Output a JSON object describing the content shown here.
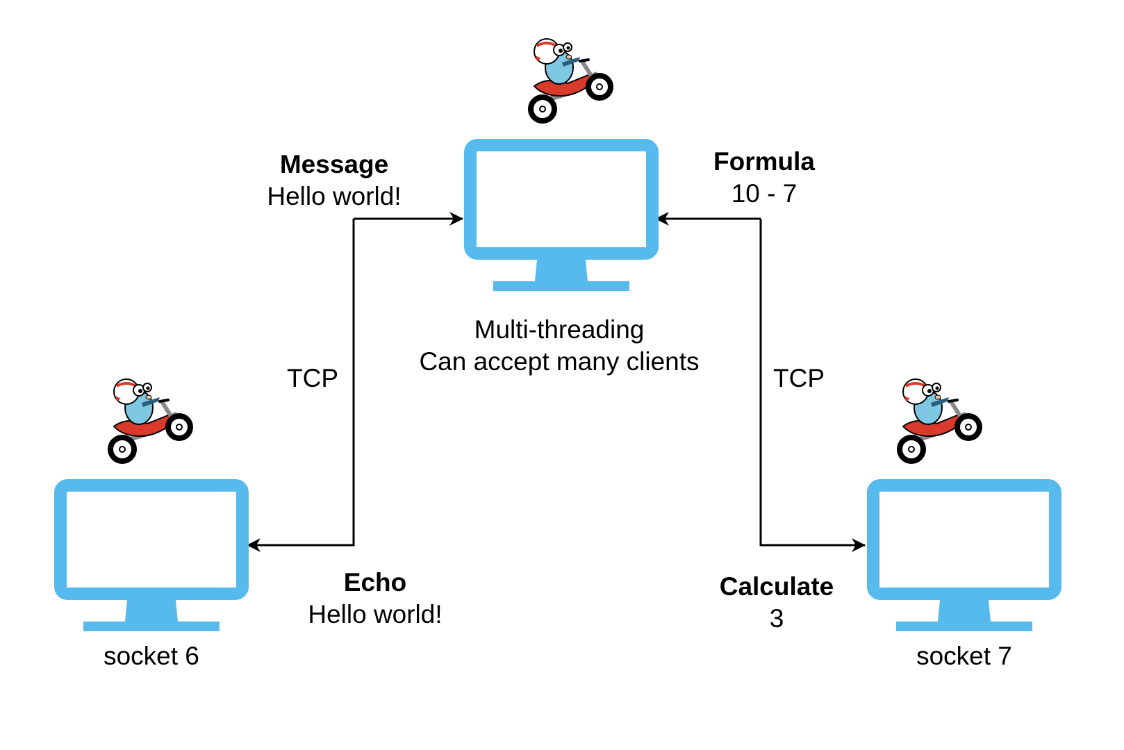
{
  "colors": {
    "monitor": "#56BAEC",
    "line": "#000000",
    "gopher_body": "#7EC8E3",
    "bike": "#D93A2B"
  },
  "icons": {
    "mascot": "gopher-on-scooter-icon",
    "computer": "monitor-icon"
  },
  "server": {
    "caption_line1": "Multi-threading",
    "caption_line2": "Can accept many clients"
  },
  "left_client": {
    "caption": "socket 6",
    "out_title": "Message",
    "out_value": "Hello world!",
    "in_title": "Echo",
    "in_value": "Hello world!",
    "protocol": "TCP"
  },
  "right_client": {
    "caption": "socket 7",
    "out_title": "Formula",
    "out_value": "10 - 7",
    "in_title": "Calculate",
    "in_value": "3",
    "protocol": "TCP"
  }
}
